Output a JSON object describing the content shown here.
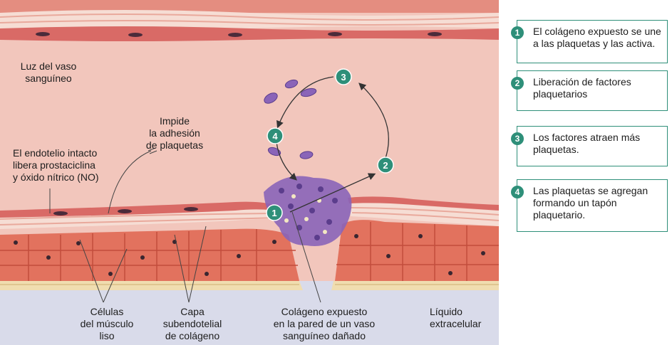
{
  "labels": {
    "lumen": "Luz del vaso\nsanguíneo",
    "endothelium": "El endotelio intacto\nlibera prostaciclina\ny óxido nítrico (NO)",
    "prevents": "Impide\nla adhesión\nde plaquetas",
    "smooth_muscle": "Células\ndel músculo\nliso",
    "collagen_layer": "Capa\nsubendotelial\nde colágeno",
    "exposed_collagen": "Colágeno expuesto\nen la pared de un vaso\nsanguíneo dañado",
    "extracellular": "Líquido\nextracelular"
  },
  "cycle_markers": [
    "1",
    "2",
    "3",
    "4"
  ],
  "steps": [
    {
      "num": "1",
      "text": "El colágeno expuesto se une a las plaquetas y las activa."
    },
    {
      "num": "2",
      "text": "Liberación de factores plaquetarios"
    },
    {
      "num": "3",
      "text": "Los factores atraen más plaquetas."
    },
    {
      "num": "4",
      "text": "Las plaquetas se agregan formando un tapón plaquetario."
    }
  ],
  "colors": {
    "accent": "#2e8f79",
    "lumen": "#f2c6bc",
    "muscle": "#e2725e",
    "platelet": "#8a64b8",
    "extracellular": "#d9dbea"
  }
}
